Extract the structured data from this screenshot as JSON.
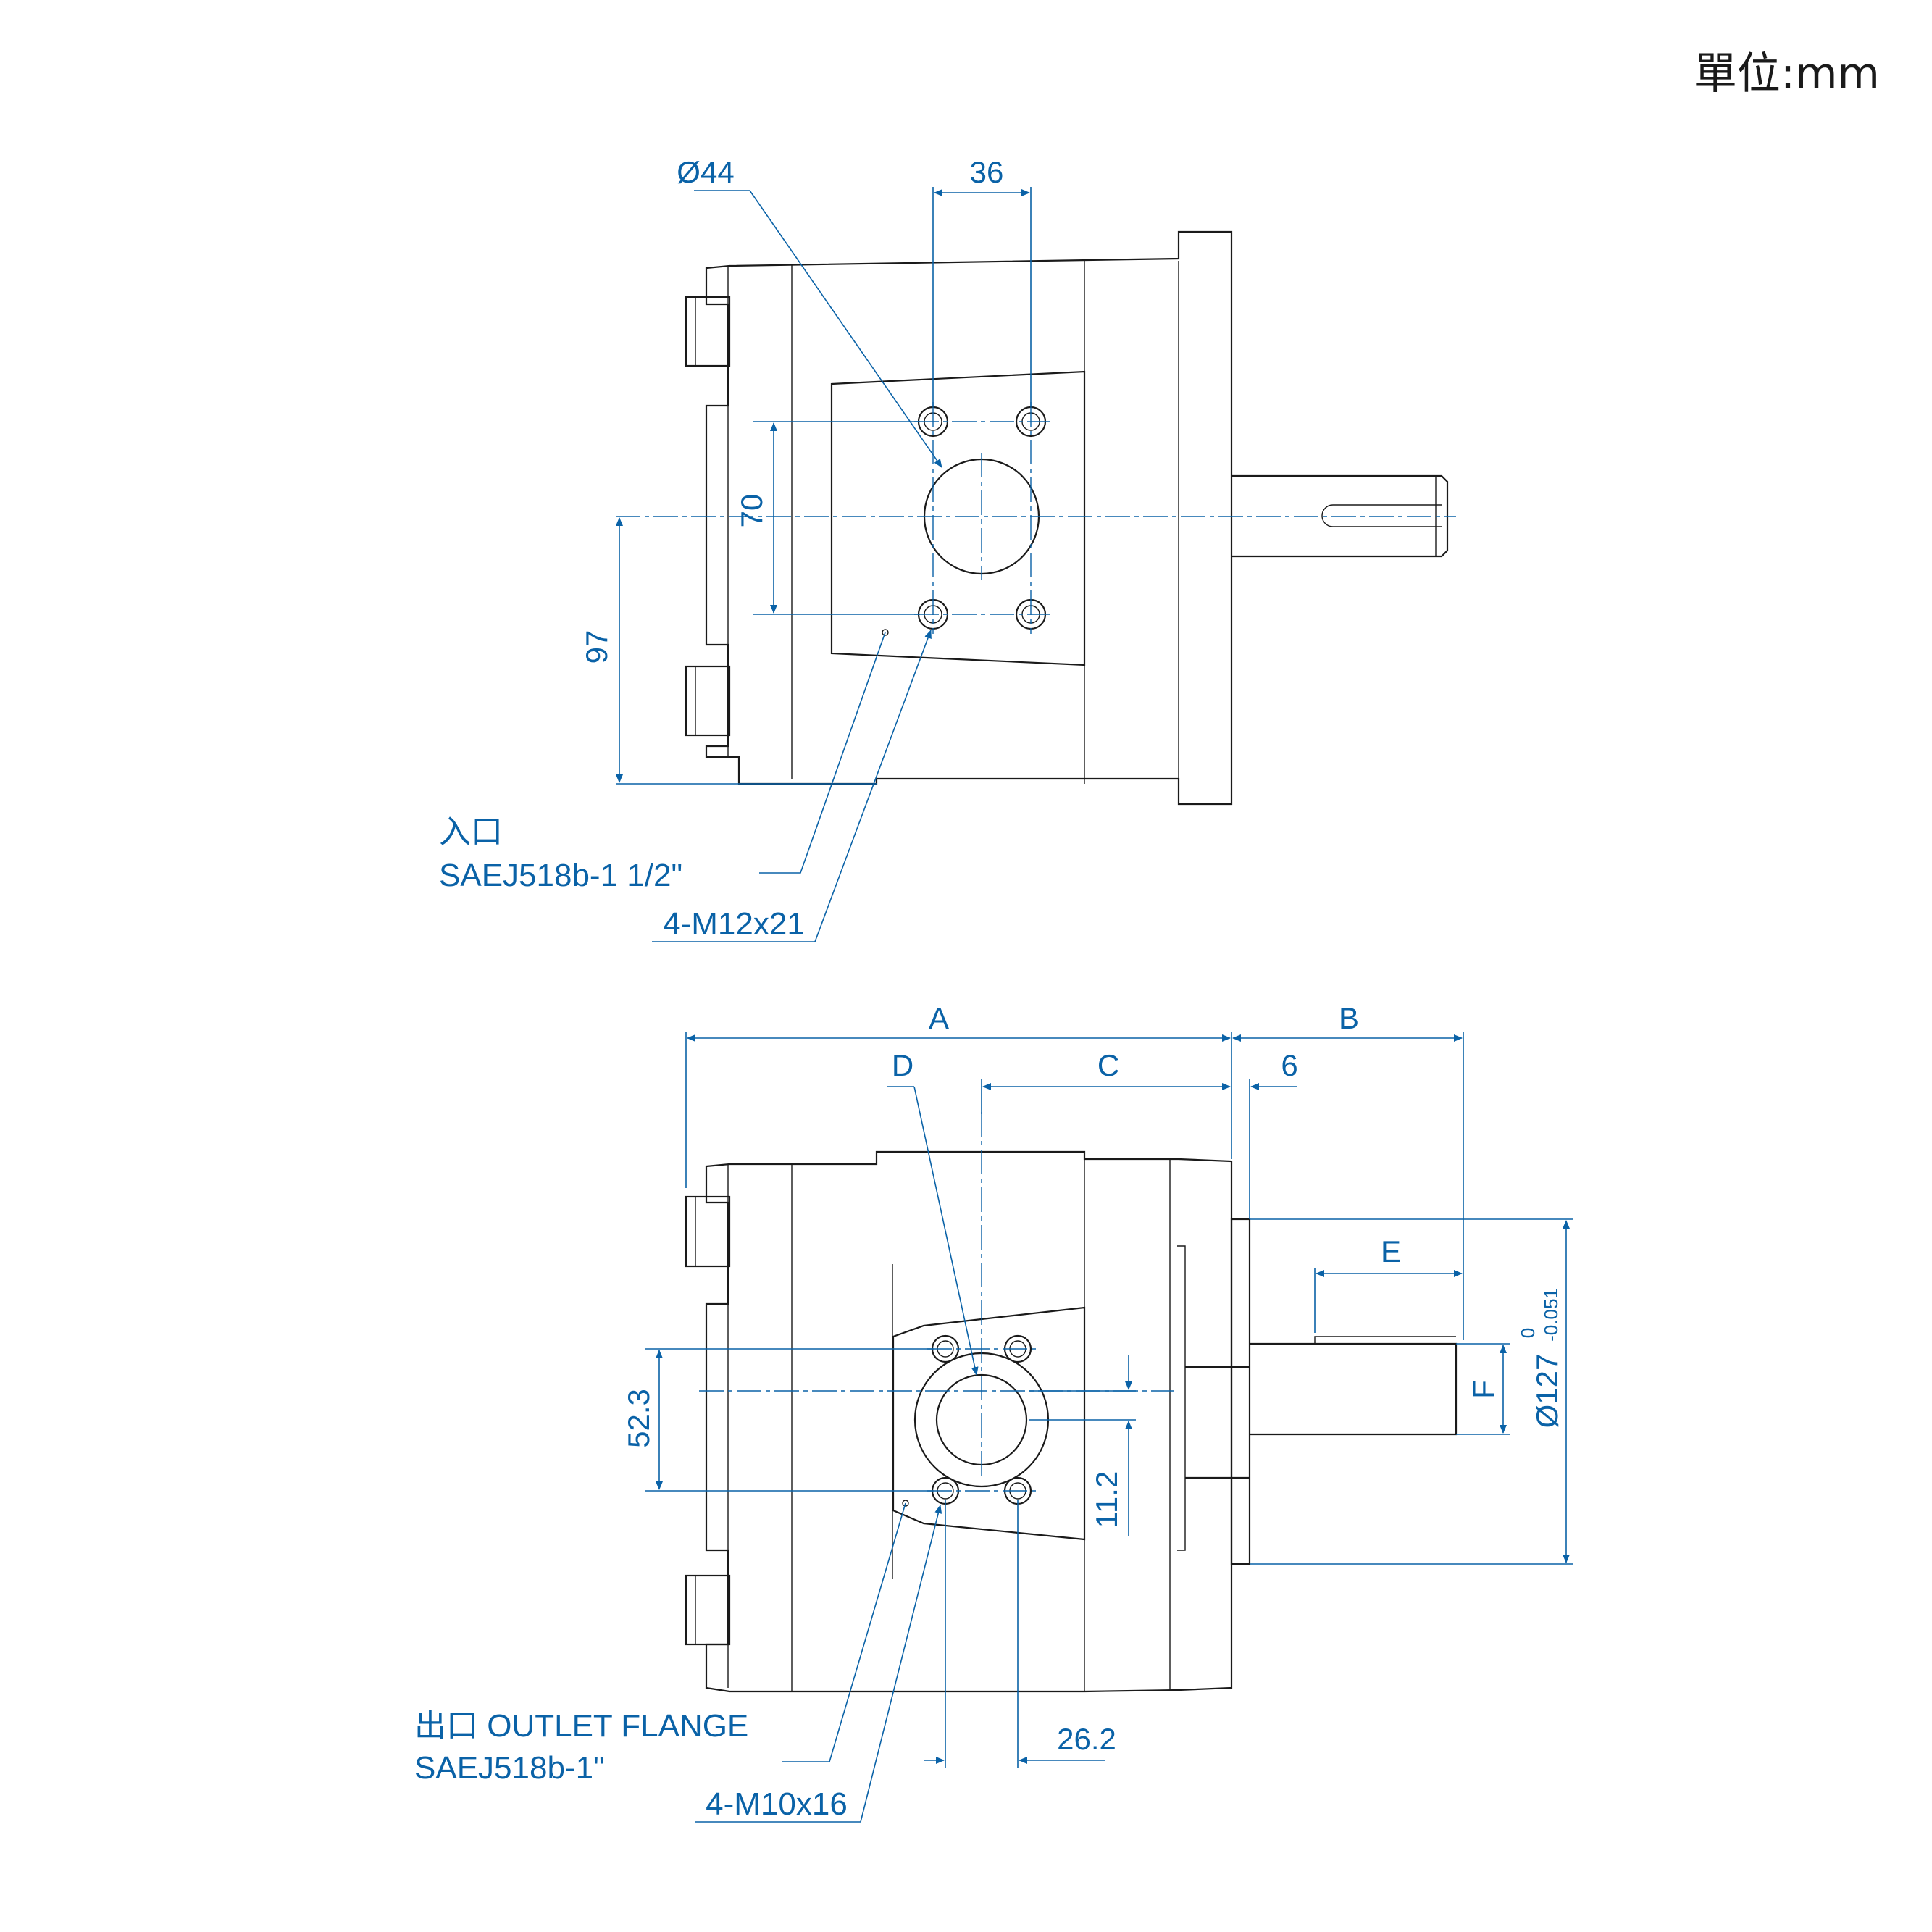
{
  "unit_label": "單位:mm",
  "colors": {
    "dimension": "#0a62a7",
    "outline": "#1a1a1a",
    "background": "#ffffff"
  },
  "top_view": {
    "dims": {
      "d44": "Ø44",
      "d36": "36",
      "d70": "70",
      "d97": "97"
    },
    "inlet": {
      "line1": "入口",
      "line2": "SAEJ518b-1 1/2\""
    },
    "bolts": "4-M12x21"
  },
  "bottom_view": {
    "dims": {
      "A": "A",
      "B": "B",
      "C": "C",
      "D": "D",
      "E": "E",
      "F": "F",
      "d6": "6",
      "d52_3": "52.3",
      "d11_2": "11.2",
      "d26_2": "26.2",
      "pilot": "Ø127",
      "tol_upper": "0",
      "tol_lower": "-0.051"
    },
    "outlet": {
      "line1": "出口  OUTLET FLANGE",
      "line2": "SAEJ518b-1\""
    },
    "bolts": "4-M10x16"
  }
}
